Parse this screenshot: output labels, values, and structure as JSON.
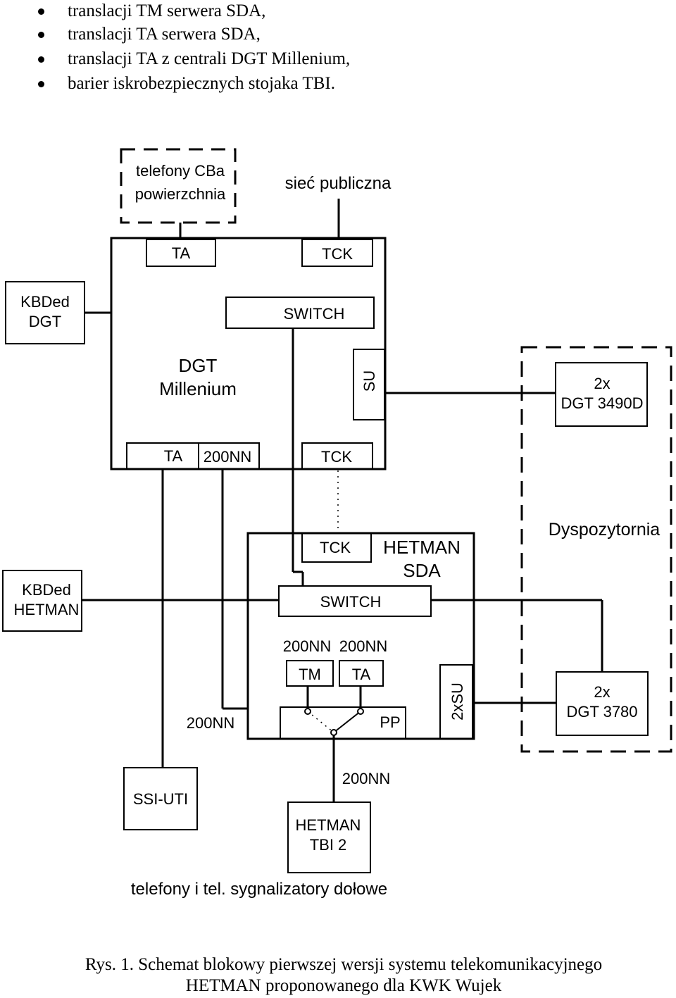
{
  "bullets": [
    "translacji TM serwera SDA,",
    "translacji TA serwera SDA,",
    "translacji TA z centrali DGT Millenium,",
    "barier iskrobezpiecznych stojaka TBI."
  ],
  "diagram": {
    "phones_cba_line1": "telefony CBa",
    "phones_cba_line2": "powierzchnia",
    "public_network": "sieć publiczna",
    "ta_top": "TA",
    "tck_top": "TCK",
    "kbded_dgt_line1": "KBDed",
    "kbded_dgt_line2": "DGT",
    "switch_dgt": "SWITCH",
    "dgt_millenium_line1": "DGT",
    "dgt_millenium_line2": "Millenium",
    "su": "SU",
    "dgt3490_line1": "2x",
    "dgt3490_line2": "DGT 3490D",
    "ta_bottom": "TA",
    "nn_bottom": "200NN",
    "tck_bottom": "TCK",
    "dispatch": "Dyspozytornia",
    "kbded_hetman_line1": "KBDed",
    "kbded_hetman_line2": "HETMAN",
    "tck_sda": "TCK",
    "hetman_sda_line1": "HETMAN",
    "hetman_sda_line2": "SDA",
    "switch_sda": "SWITCH",
    "nn_tm": "200NN",
    "nn_ta": "200NN",
    "tm": "TM",
    "ta_sda": "TA",
    "nn_left": "200NN",
    "pp": "PP",
    "two_su": "2xSU",
    "dgt3780_line1": "2x",
    "dgt3780_line2": "DGT 3780",
    "ssi_uti": "SSI-UTI",
    "nn_tbi": "200NN",
    "hetman_tbi_line1": "HETMAN",
    "hetman_tbi_line2": "TBI 2",
    "underground_phones": "telefony i tel. sygnalizatory dołowe"
  },
  "caption": {
    "line1": "Rys. 1. Schemat blokowy pierwszej wersji systemu telekomunikacyjnego",
    "line2": "HETMAN proponowanego dla KWK Wujek"
  }
}
